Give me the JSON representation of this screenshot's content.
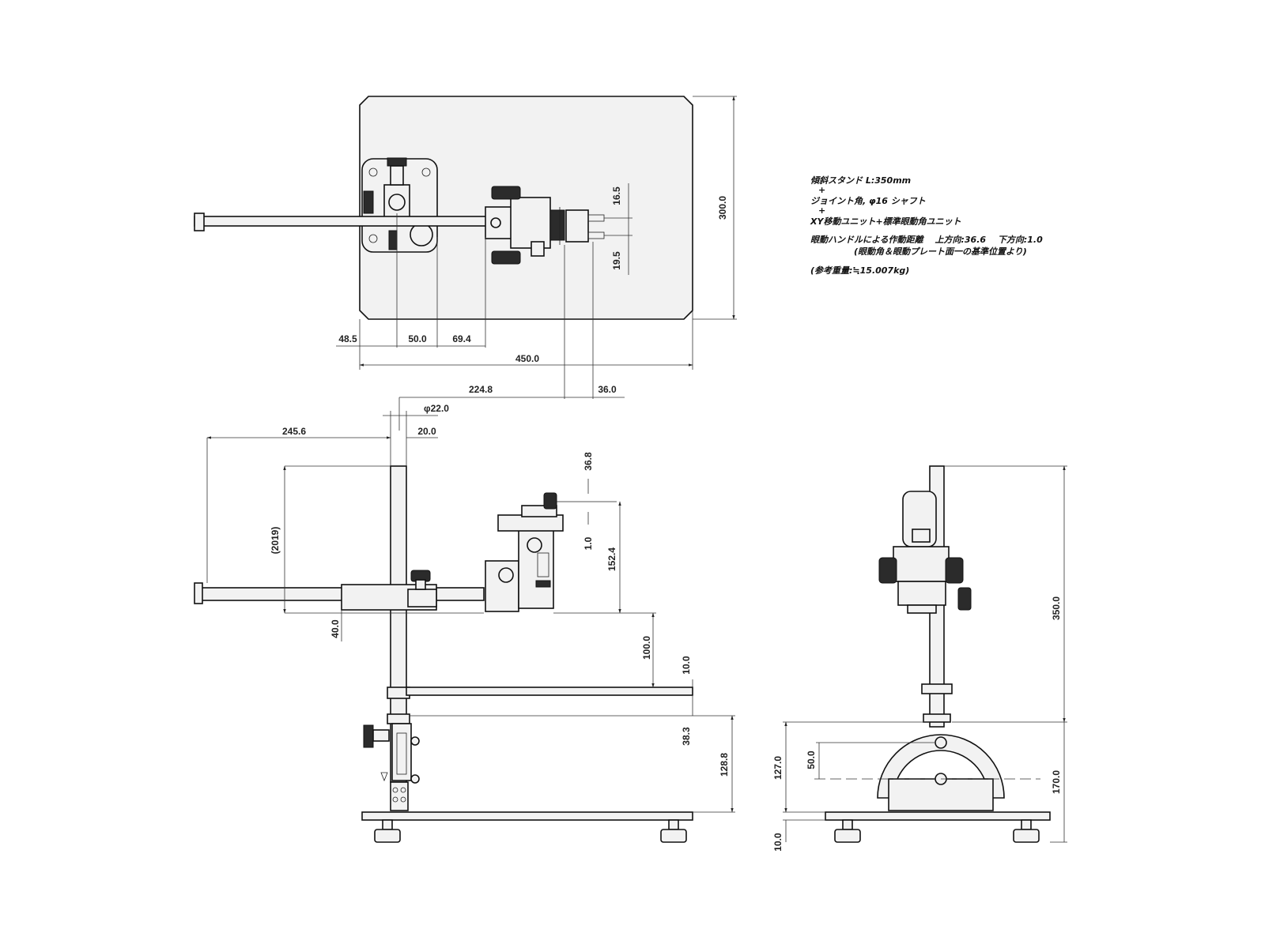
{
  "top_view": {
    "dims": {
      "d48_5": "48.5",
      "d50_0": "50.0",
      "d69_4": "69.4",
      "d450_0": "450.0",
      "d300_0": "300.0",
      "d16_5": "16.5",
      "d19_5": "19.5",
      "d224_8": "224.8",
      "d36_0": "36.0"
    }
  },
  "side_view": {
    "dims": {
      "phi22": "φ22.0",
      "d20_0": "20.0",
      "d245_6": "245.6",
      "d2019": "(2019)",
      "d36_8": "36.8",
      "d1_0": "1.0",
      "d152_4": "152.4",
      "d40_0": "40.0",
      "d100_0": "100.0",
      "d10_0": "10.0",
      "d38_3": "38.3",
      "d128_8": "128.8"
    }
  },
  "front_view": {
    "dims": {
      "d350_0": "350.0",
      "d127_0": "127.0",
      "d50_0": "50.0",
      "d170_0": "170.0",
      "d10_0": "10.0"
    }
  },
  "notes": {
    "line1": "傾斜スタンド L:350mm",
    "plus1": "+",
    "line2": "ジョイント角, φ16 シャフト",
    "plus2": "+",
    "line3": "XY移動ユニット+標準眼動角ユニット",
    "line4": "眼動ハンドルによる作動距離　 上方向:36.6　 下方向:1.0",
    "line5": "(眼動角＆眼動プレート面一の基準位置より)",
    "line6": "(参考重量:≒15.007kg)"
  }
}
